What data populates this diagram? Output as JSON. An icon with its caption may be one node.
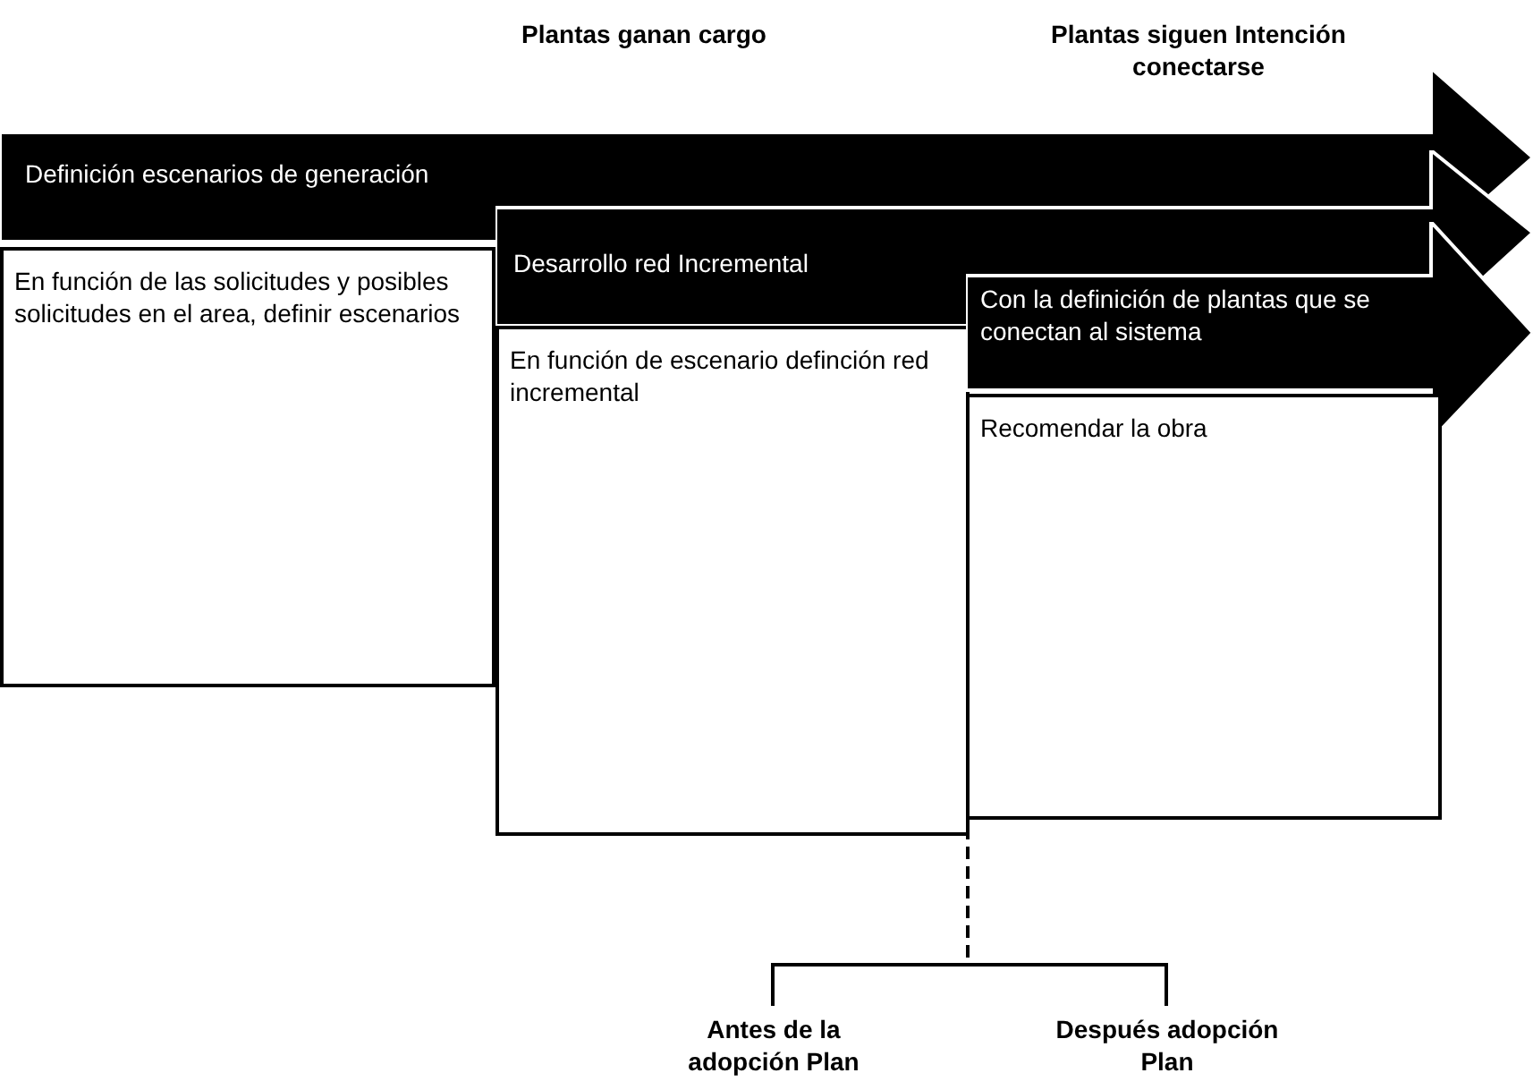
{
  "diagram": {
    "nodes": [
      {
        "text": [
          "Definición escenarios de generación"
        ]
      },
      {
        "text": [
          "En función de las solicitudes y posibles solicitudes en el area, definir escenarios"
        ]
      },
      {
        "text": [
          "Desarrollo red Incremental"
        ]
      },
      {
        "text": [
          "En función de escenario definción red incremental"
        ]
      },
      {
        "text": [
          "Con la definición de plantas que se conectan al sistema"
        ]
      },
      {
        "text": [
          "Recomendar la obra"
        ]
      }
    ],
    "labels": [
      "Plantas ganan cargo",
      "Plantas siguen Intención conectarse",
      "Antes de la adopción Plan",
      "Después adopción Plan"
    ]
  }
}
